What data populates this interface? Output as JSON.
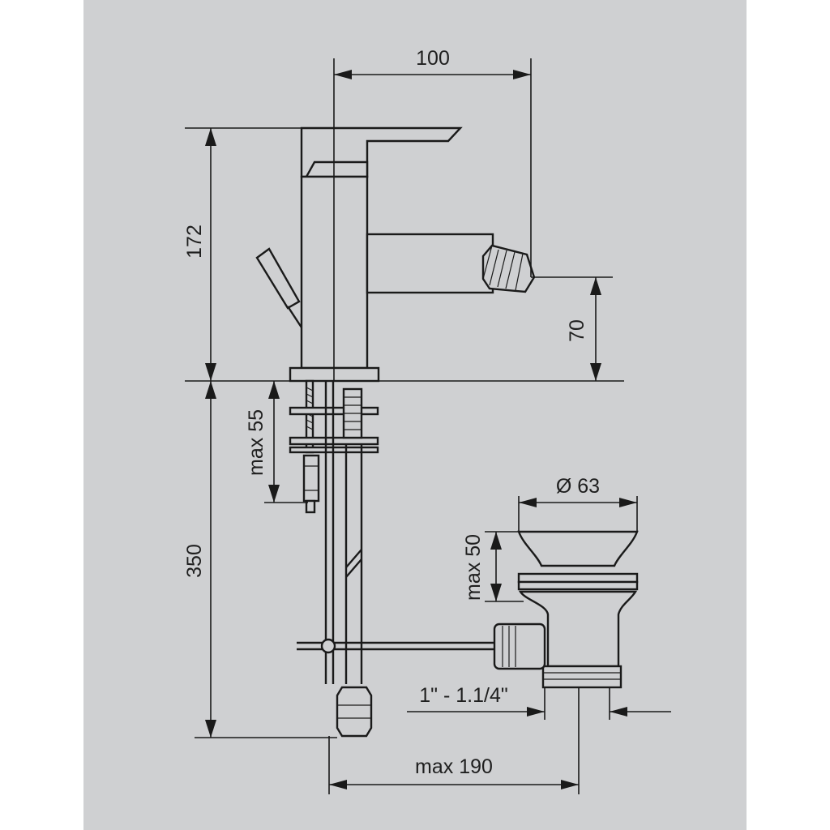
{
  "colors": {
    "background_panel": "#cfd0d2",
    "outer_background": "#ffffff",
    "line": "#1a1a1a"
  },
  "dimensions": {
    "width_spout": "100",
    "height_total": "172",
    "height_spout": "70",
    "depth_below": "350",
    "max_thickness": "max 55",
    "diameter_waste": "Ø 63",
    "max_waste_height": "max 50",
    "waste_thread": "1\" - 1.1/4\"",
    "max_reach": "max 190"
  }
}
